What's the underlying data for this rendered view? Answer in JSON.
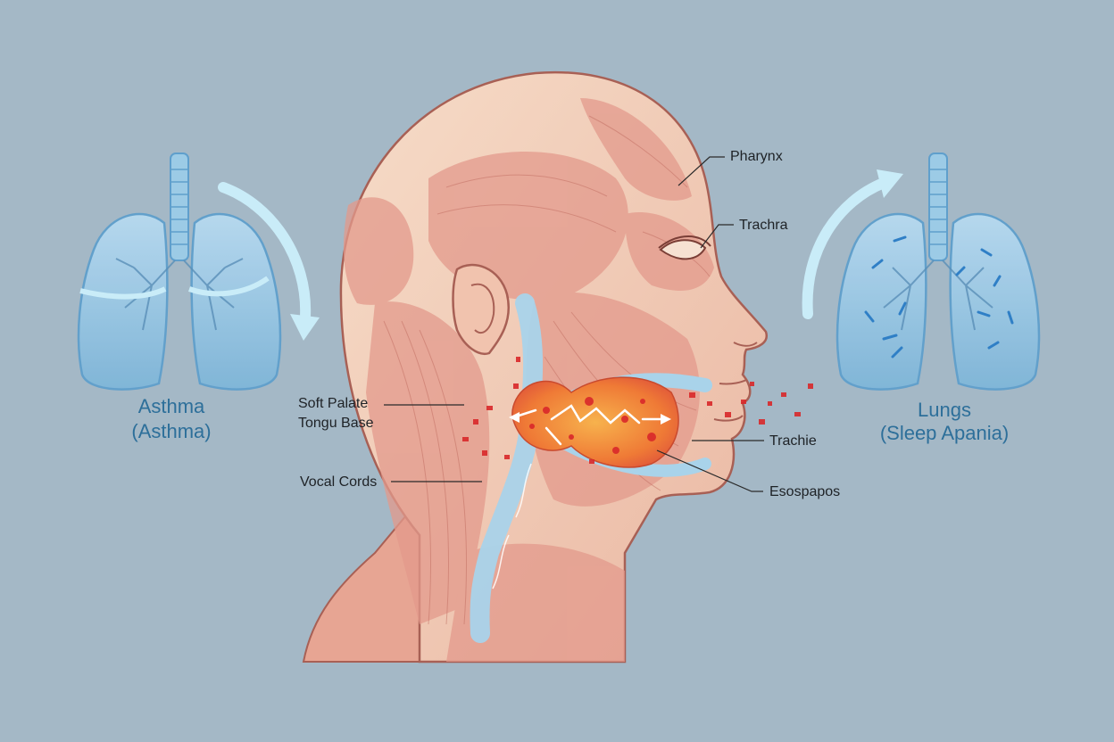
{
  "left_panel": {
    "title": "Asthma",
    "subtitle": "(Asthma)"
  },
  "right_panel": {
    "title": "Lungs",
    "subtitle": "(Sleep Apania)"
  },
  "labels": {
    "pharynx": "Pharynx",
    "trachra": "Trachra",
    "soft_palate": "Soft Palate",
    "tongu_base": "Tongu Base",
    "trachie": "Trachie",
    "vocal_cords": "Vocal Cords",
    "esospapos": "Esospapos"
  },
  "colors": {
    "background": "#a4b8c6",
    "skin": "#f1c9b4",
    "muscle": "#e39a8c",
    "airway": "#a9d3ea",
    "lung": "#8cc2e3",
    "blockage": "#f08a3c",
    "inflammation": "#d9282a",
    "arrow": "#c9ecf8",
    "title": "#2d6f9a"
  }
}
